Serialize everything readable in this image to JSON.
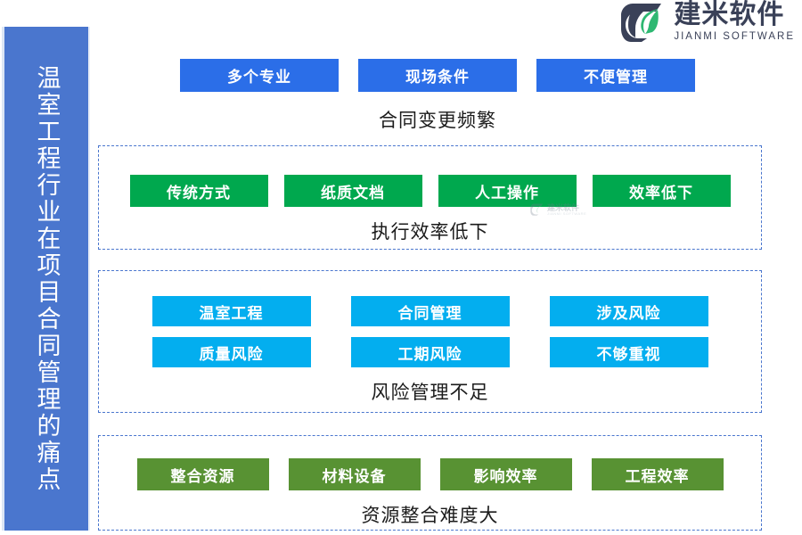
{
  "logo": {
    "title": "建米软件",
    "subtitle": "JIANMI SOFTWARE",
    "mark_icon": "jianmi-leaf-logo-icon",
    "mark_color": "#3a4158",
    "leaf_color": "#2eb872"
  },
  "sidebar": {
    "title": "温室工程行业在项目合同管理的痛点",
    "background": "#4a76ce"
  },
  "groups": [
    {
      "id": "group-1",
      "caption": "合同变更频繁",
      "color": "#2b6ee8",
      "bordered": false,
      "rows": [
        [
          "多个专业",
          "现场条件",
          "不便管理"
        ]
      ]
    },
    {
      "id": "group-2",
      "caption": "执行效率低下",
      "color": "#00a84e",
      "bordered": true,
      "rows": [
        [
          "传统方式",
          "纸质文档",
          "人工操作",
          "效率低下"
        ]
      ]
    },
    {
      "id": "group-3",
      "caption": "风险管理不足",
      "color": "#03aeef",
      "bordered": true,
      "rows": [
        [
          "温室工程",
          "合同管理",
          "涉及风险"
        ],
        [
          "质量风险",
          "工期风险",
          "不够重视"
        ]
      ]
    },
    {
      "id": "group-4",
      "caption": "资源整合难度大",
      "color": "#589233",
      "bordered": true,
      "rows": [
        [
          "整合资源",
          "材料设备",
          "影响效率",
          "工程效率"
        ]
      ]
    }
  ],
  "watermark": {
    "title": "建米软件",
    "subtitle": "JIANMI SOFTWARE"
  }
}
